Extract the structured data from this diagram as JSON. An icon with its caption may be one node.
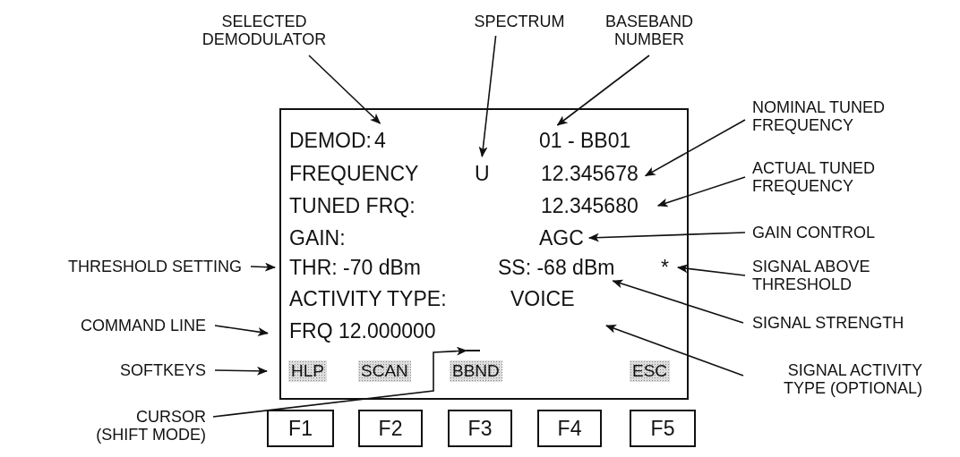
{
  "diagram": {
    "nodes": [
      {
        "text": [],
        "shape": "box"
      },
      {
        "text": [
          "DEMOD:"
        ],
        "in": 0
      },
      {
        "text": [
          "4"
        ],
        "in": 0
      },
      {
        "text": [
          "01 - BB01"
        ],
        "in": 0
      },
      {
        "text": [
          "FREQUENCY"
        ],
        "in": 0
      },
      {
        "text": [
          "U"
        ],
        "in": 0
      },
      {
        "text": [
          "12.345678"
        ],
        "in": 0
      },
      {
        "text": [
          "TUNED FRQ:"
        ],
        "in": 0
      },
      {
        "text": [
          "12.345680"
        ],
        "in": 0
      },
      {
        "text": [
          "GAIN:"
        ],
        "in": 0
      },
      {
        "text": [
          "AGC"
        ],
        "in": 0
      },
      {
        "text": [
          "THR: -70 dBm"
        ],
        "in": 0
      },
      {
        "text": [
          "SS: -68 dBm"
        ],
        "in": 0
      },
      {
        "text": [
          "*"
        ],
        "in": 0
      },
      {
        "text": [
          "ACTIVITY TYPE:"
        ],
        "in": 0
      },
      {
        "text": [
          "VOICE"
        ],
        "in": 0
      },
      {
        "text": [
          "FRQ 12.000000"
        ],
        "in": 0
      },
      {
        "text": [],
        "shape": "bar",
        "in": 0
      },
      {
        "text": [
          "HLP"
        ],
        "in": 0
      },
      {
        "text": [
          "SCAN"
        ],
        "in": 0
      },
      {
        "text": [
          "BBND"
        ],
        "in": 0
      },
      {
        "text": [
          "ESC"
        ],
        "in": 0
      },
      {
        "text": [
          "F1"
        ]
      },
      {
        "text": [
          "F2"
        ]
      },
      {
        "text": [
          "F3"
        ]
      },
      {
        "text": [
          "F4"
        ]
      },
      {
        "text": [
          "F5"
        ]
      },
      {
        "text": [
          "SELECTED DEMODULATOR"
        ]
      },
      {
        "text": [
          "SPECTRUM"
        ]
      },
      {
        "text": [
          "BASEBAND NUMBER"
        ]
      },
      {
        "text": [
          "NOMINAL TUNED FREQUENCY"
        ]
      },
      {
        "text": [
          "ACTUAL TUNED FREQUENCY"
        ]
      },
      {
        "text": [
          "GAIN CONTROL"
        ]
      },
      {
        "text": [
          "SIGNAL ABOVE THRESHOLD"
        ]
      },
      {
        "text": [
          "SIGNAL STRENGTH"
        ]
      },
      {
        "text": [
          "SIGNAL ACTIVITY TYPE (OPTIONAL)"
        ]
      },
      {
        "text": [
          "THRESHOLD SETTING"
        ]
      },
      {
        "text": [
          "COMMAND LINE"
        ]
      },
      {
        "text": [
          "SOFTKEYS"
        ]
      },
      {
        "text": [
          "CURSOR (SHIFT MODE)"
        ]
      }
    ],
    "edges": [
      {
        "from": 27,
        "to": 2,
        "arrow": "to"
      },
      {
        "from": 28,
        "to": 5,
        "arrow": "to"
      },
      {
        "from": 29,
        "to": 3,
        "arrow": "to"
      },
      {
        "from": 30,
        "to": 6,
        "arrow": "to"
      },
      {
        "from": 31,
        "to": 8,
        "arrow": "to"
      },
      {
        "from": 32,
        "to": 10,
        "arrow": "to"
      },
      {
        "from": 33,
        "to": 13,
        "arrow": "to"
      },
      {
        "from": 34,
        "to": 12,
        "arrow": "to"
      },
      {
        "from": 35,
        "to": null,
        "arrow": "to"
      },
      {
        "from": 36,
        "to": 11,
        "arrow": "to"
      },
      {
        "from": 37,
        "to": 16,
        "arrow": "to"
      },
      {
        "from": 38,
        "to": 18,
        "arrow": "to"
      },
      {
        "from": 39,
        "to": 17,
        "arrow": "to"
      }
    ]
  }
}
